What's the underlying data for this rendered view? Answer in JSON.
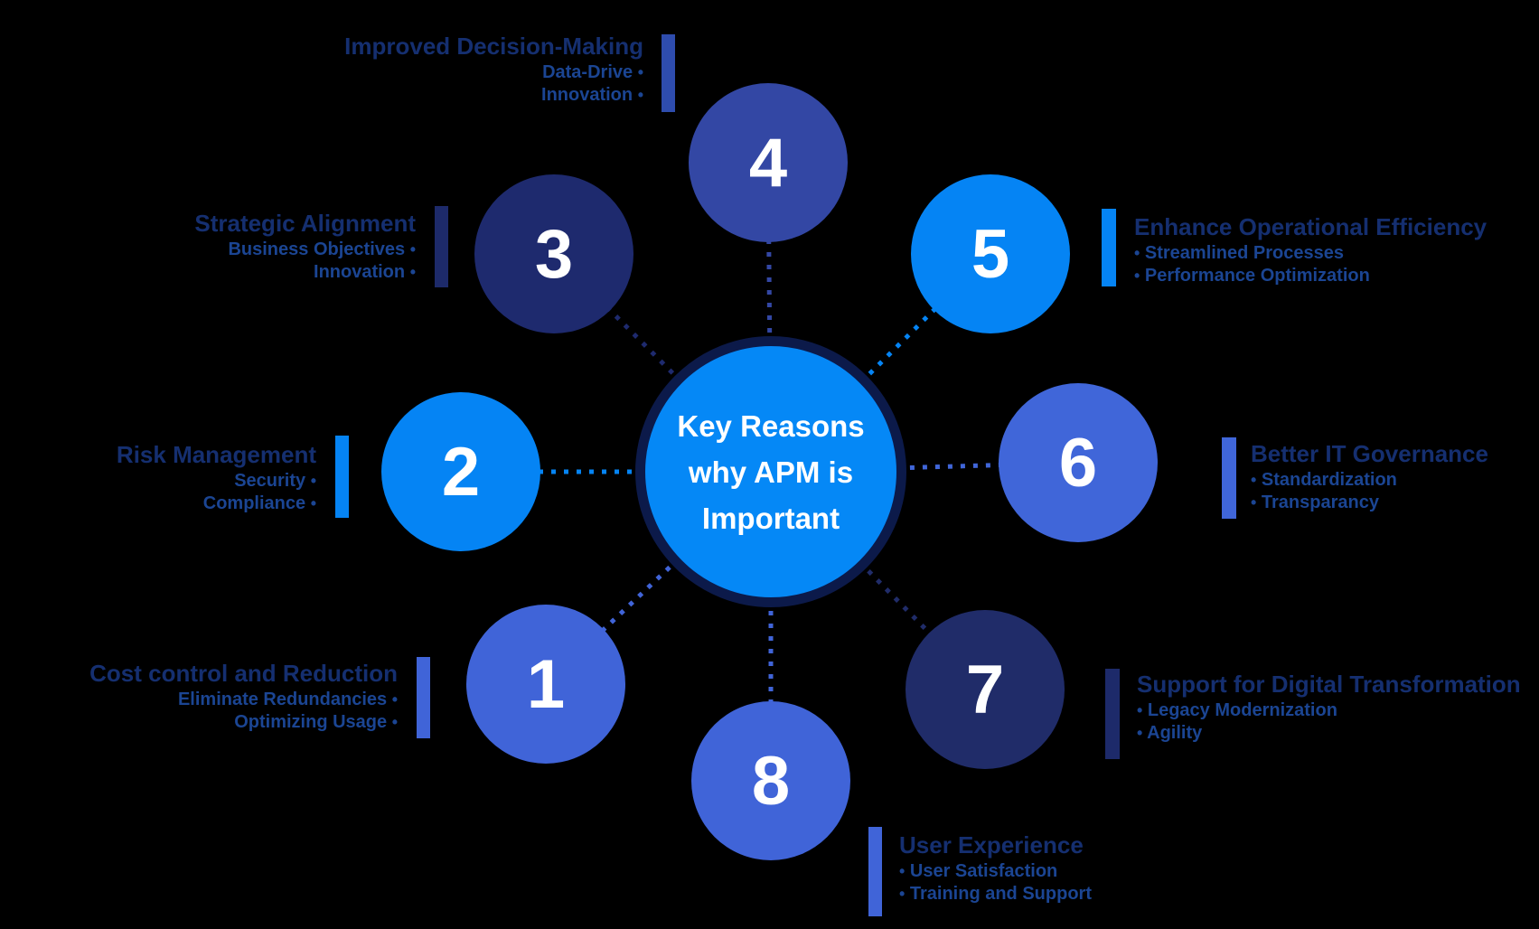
{
  "background_color": "#000000",
  "bullet_marker": "•",
  "center": {
    "title_lines": [
      "Key Reasons",
      "why APM is",
      "Important"
    ],
    "fill": "#0588f6",
    "border_color": "#0c1a4a",
    "text_color": "#ffffff"
  },
  "text_colors": {
    "heading": "#152f70",
    "bullet": "#1b4593",
    "number": "#ffffff"
  },
  "items": [
    {
      "number": "1",
      "title": "Cost control and Reduction",
      "bullets": [
        "Eliminate Redundancies",
        "Optimizing Usage"
      ],
      "side": "left",
      "circle_color": "#4064d8",
      "bar_color": "#4064d8"
    },
    {
      "number": "2",
      "title": "Risk Management",
      "bullets": [
        "Security",
        "Compliance"
      ],
      "side": "left",
      "circle_color": "#0584f4",
      "bar_color": "#0584f4"
    },
    {
      "number": "3",
      "title": "Strategic Alignment",
      "bullets": [
        "Business Objectives",
        "Innovation"
      ],
      "side": "left",
      "circle_color": "#1e2a6e",
      "bar_color": "#1d2a6a"
    },
    {
      "number": "4",
      "title": "Improved Decision-Making",
      "bullets": [
        "Data-Drive",
        "Innovation"
      ],
      "side": "left",
      "circle_color": "#3347a4",
      "bar_color": "#2e4cad"
    },
    {
      "number": "5",
      "title": "Enhance Operational Efficiency",
      "bullets": [
        "Streamlined Processes",
        "Performance Optimization"
      ],
      "side": "right",
      "circle_color": "#0584f4",
      "bar_color": "#0584f4"
    },
    {
      "number": "6",
      "title": "Better IT Governance",
      "bullets": [
        "Standardization",
        "Transparancy"
      ],
      "side": "right",
      "circle_color": "#4066d9",
      "bar_color": "#4066d9"
    },
    {
      "number": "7",
      "title": "Support for Digital Transformation",
      "bullets": [
        "Legacy Modernization",
        "Agility"
      ],
      "side": "right",
      "circle_color": "#202c69",
      "bar_color": "#1d2a6a"
    },
    {
      "number": "8",
      "title": "User Experience",
      "bullets": [
        "User Satisfaction",
        "Training and Support"
      ],
      "side": "right",
      "circle_color": "#4064d8",
      "bar_color": "#4064d8"
    }
  ]
}
